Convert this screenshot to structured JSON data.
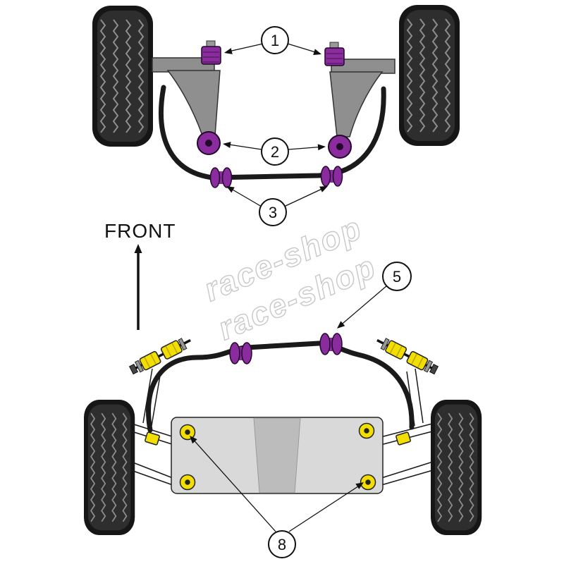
{
  "diagram": {
    "front_label": "FRONT",
    "watermark_text": "race-shop",
    "callouts": {
      "top_mount": "1",
      "arm_bush": "2",
      "front_arb_bush": "3",
      "rear_arb_bush": "5",
      "subframe_bush": "8"
    },
    "colors": {
      "bushing_purple": "#8a2b9e",
      "bushing_yellow": "#f2de00",
      "arm_gray": "#8f8f8f",
      "subframe_gray": "#d9d9d9",
      "subframe_center_gray": "#bcbcbc",
      "tire_dark": "#161616",
      "outline_black": "#1a1a1a",
      "watermark_gray": "#c8c8c8"
    }
  }
}
